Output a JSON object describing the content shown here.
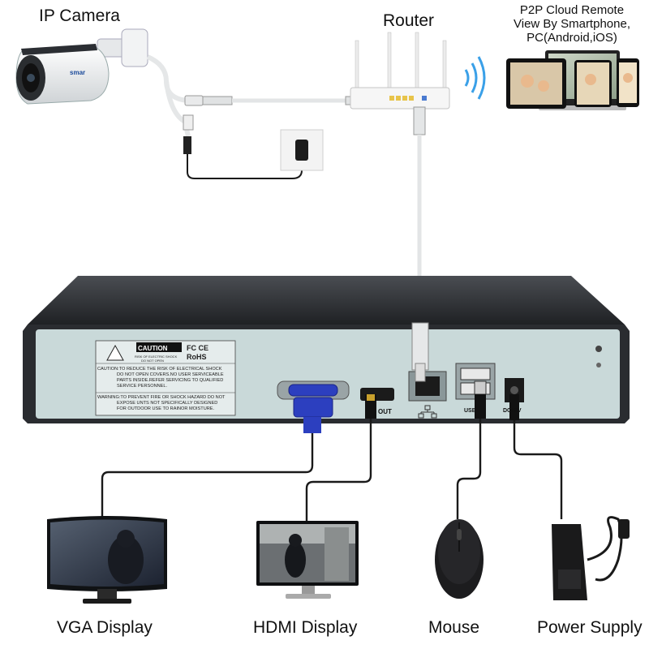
{
  "labels": {
    "ip_camera": "IP Camera",
    "router": "Router",
    "p2p": [
      "P2P Cloud Remote",
      "View By Smartphone,",
      "PC(Android,iOS)"
    ],
    "vga_display": "VGA Display",
    "hdmi_display": "HDMI Display",
    "mouse": "Mouse",
    "power_supply": "Power Supply"
  },
  "nvr": {
    "caution_title": "CAUTION",
    "caution_sub1": "RISK OF ELECTRIC SHOCK",
    "caution_sub2": "DO NOT OPEN",
    "cert_fc": "FC CE",
    "cert_rohs": "RoHS",
    "caution_lines": [
      "CAUTION:TO REDUCE THE RISK OF ELECTRICAL SHOCK",
      "DO NOT OPEN COVERS.NO USER SERVICEABLE",
      "PARTS INSIDE.REFER SERVICING TO QUALIFIED",
      "SERVICE PERSONNEL.",
      "WARNING:TO PREVENT FIRE OR SHOCK HAZARD DO NOT",
      "EXPOSE UNTS NOT SPECIFICALLY DESIGNED",
      "FOR OUTDOOR USE TO RAINOR MOISTURE."
    ],
    "hdmi_port_label": "OUT",
    "usb_port_label": "USB",
    "dc_port_label": "DC12V"
  },
  "camera_brand": "smar",
  "colors": {
    "cable": "#1a1a1a",
    "nvr_panel": "#c9d9d9",
    "nvr_body": "#2d2f33",
    "vga_blue": "#2c3fbf",
    "wifi": "#3aa0e8"
  },
  "icons": [
    "wifi-waves-icon",
    "network-icon"
  ]
}
